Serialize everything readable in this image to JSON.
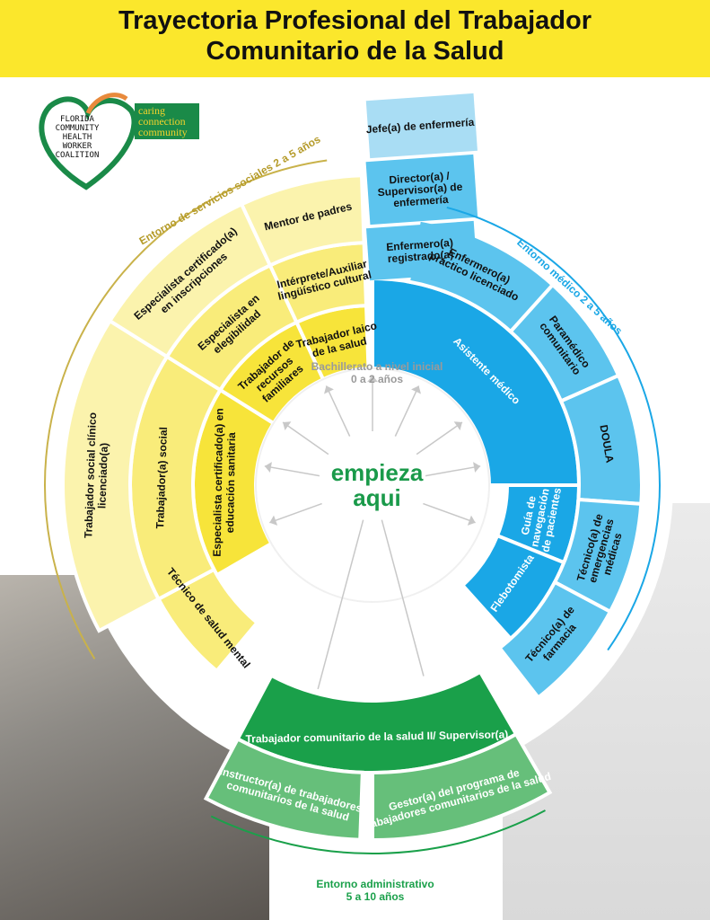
{
  "title": {
    "line1": "Trayectoria Profesional del Trabajador",
    "line2": "Comunitario de la Salud"
  },
  "logo": {
    "org_lines": [
      "FLORIDA",
      "COMMUNITY",
      "HEALTH",
      "WORKER",
      "COALITION"
    ],
    "tagline": [
      "caring",
      "connection",
      "community"
    ]
  },
  "center": {
    "entry_label": "Bachillerato a nivel inicial",
    "entry_years": "0 a 2 años",
    "start_line1": "empieza",
    "start_line2": "aqui"
  },
  "environments": {
    "social": "Entorno de servicios sociales 2 a 5 años",
    "medical": "Entorno médico 2 a 5 años",
    "admin_line1": "Entorno administrativo",
    "admin_line2": "5 a 10 años"
  },
  "colors": {
    "yellow_light": "#fbf3ad",
    "yellow_mid": "#f9ec7a",
    "yellow_strong": "#f7e43a",
    "blue_light": "#a9ddf4",
    "blue_mid": "#5cc4ee",
    "blue_strong": "#1aa7e6",
    "green_dark": "#1aa04a",
    "green_light": "#66bf7a",
    "header_yellow": "#fbe72c"
  },
  "roles": {
    "social_inner": [
      [
        "Trabajador laico",
        "de la salud"
      ],
      [
        "Trabajador de",
        "recursos",
        "familiares"
      ],
      [
        "Especialista certificado(a) en",
        "educación sanitaria"
      ]
    ],
    "social_middle": [
      [
        "Intérprete/Auxiliar",
        "lingüístico cultural"
      ],
      [
        "Especialista en",
        "elegibilidad"
      ],
      [
        "Trabajador(a) social"
      ],
      [
        "Técnico de salud mental"
      ]
    ],
    "social_outer": [
      [
        "Mentor de padres"
      ],
      [
        "Especialista certificado(a)",
        "en inscripciones"
      ],
      [
        "Trabajador social clínico",
        "licenciado(a)"
      ]
    ],
    "medical_inner": [
      [
        "Asistente médico"
      ],
      [
        "Guía de",
        "navegación",
        "de pacientes"
      ],
      [
        "Flebotomista"
      ]
    ],
    "medical_middle": [
      [
        "Enfermero(a)",
        "práctico licenciado"
      ],
      [
        "Paramédico",
        "comunitario"
      ],
      [
        "DOULA"
      ],
      [
        "Técnico(a) de",
        "emergencias",
        "médicas"
      ],
      [
        "Técnico(a) de",
        "farmacia"
      ]
    ],
    "medical_column": [
      [
        "Jefe(a) de enfermería"
      ],
      [
        "Director(a) /",
        "Supervisor(a) de",
        "enfermería"
      ],
      [
        "Enfermero(a)",
        "registrado(a)"
      ]
    ],
    "admin": [
      [
        "Trabajador comunitario de la salud II/ Supervisor(a)"
      ],
      [
        "Instructor(a) de trabajadores",
        "comunitarios de la salud"
      ],
      [
        "Gestor(a) del programa de",
        "trabajadores comunitarios de la salud"
      ]
    ]
  }
}
